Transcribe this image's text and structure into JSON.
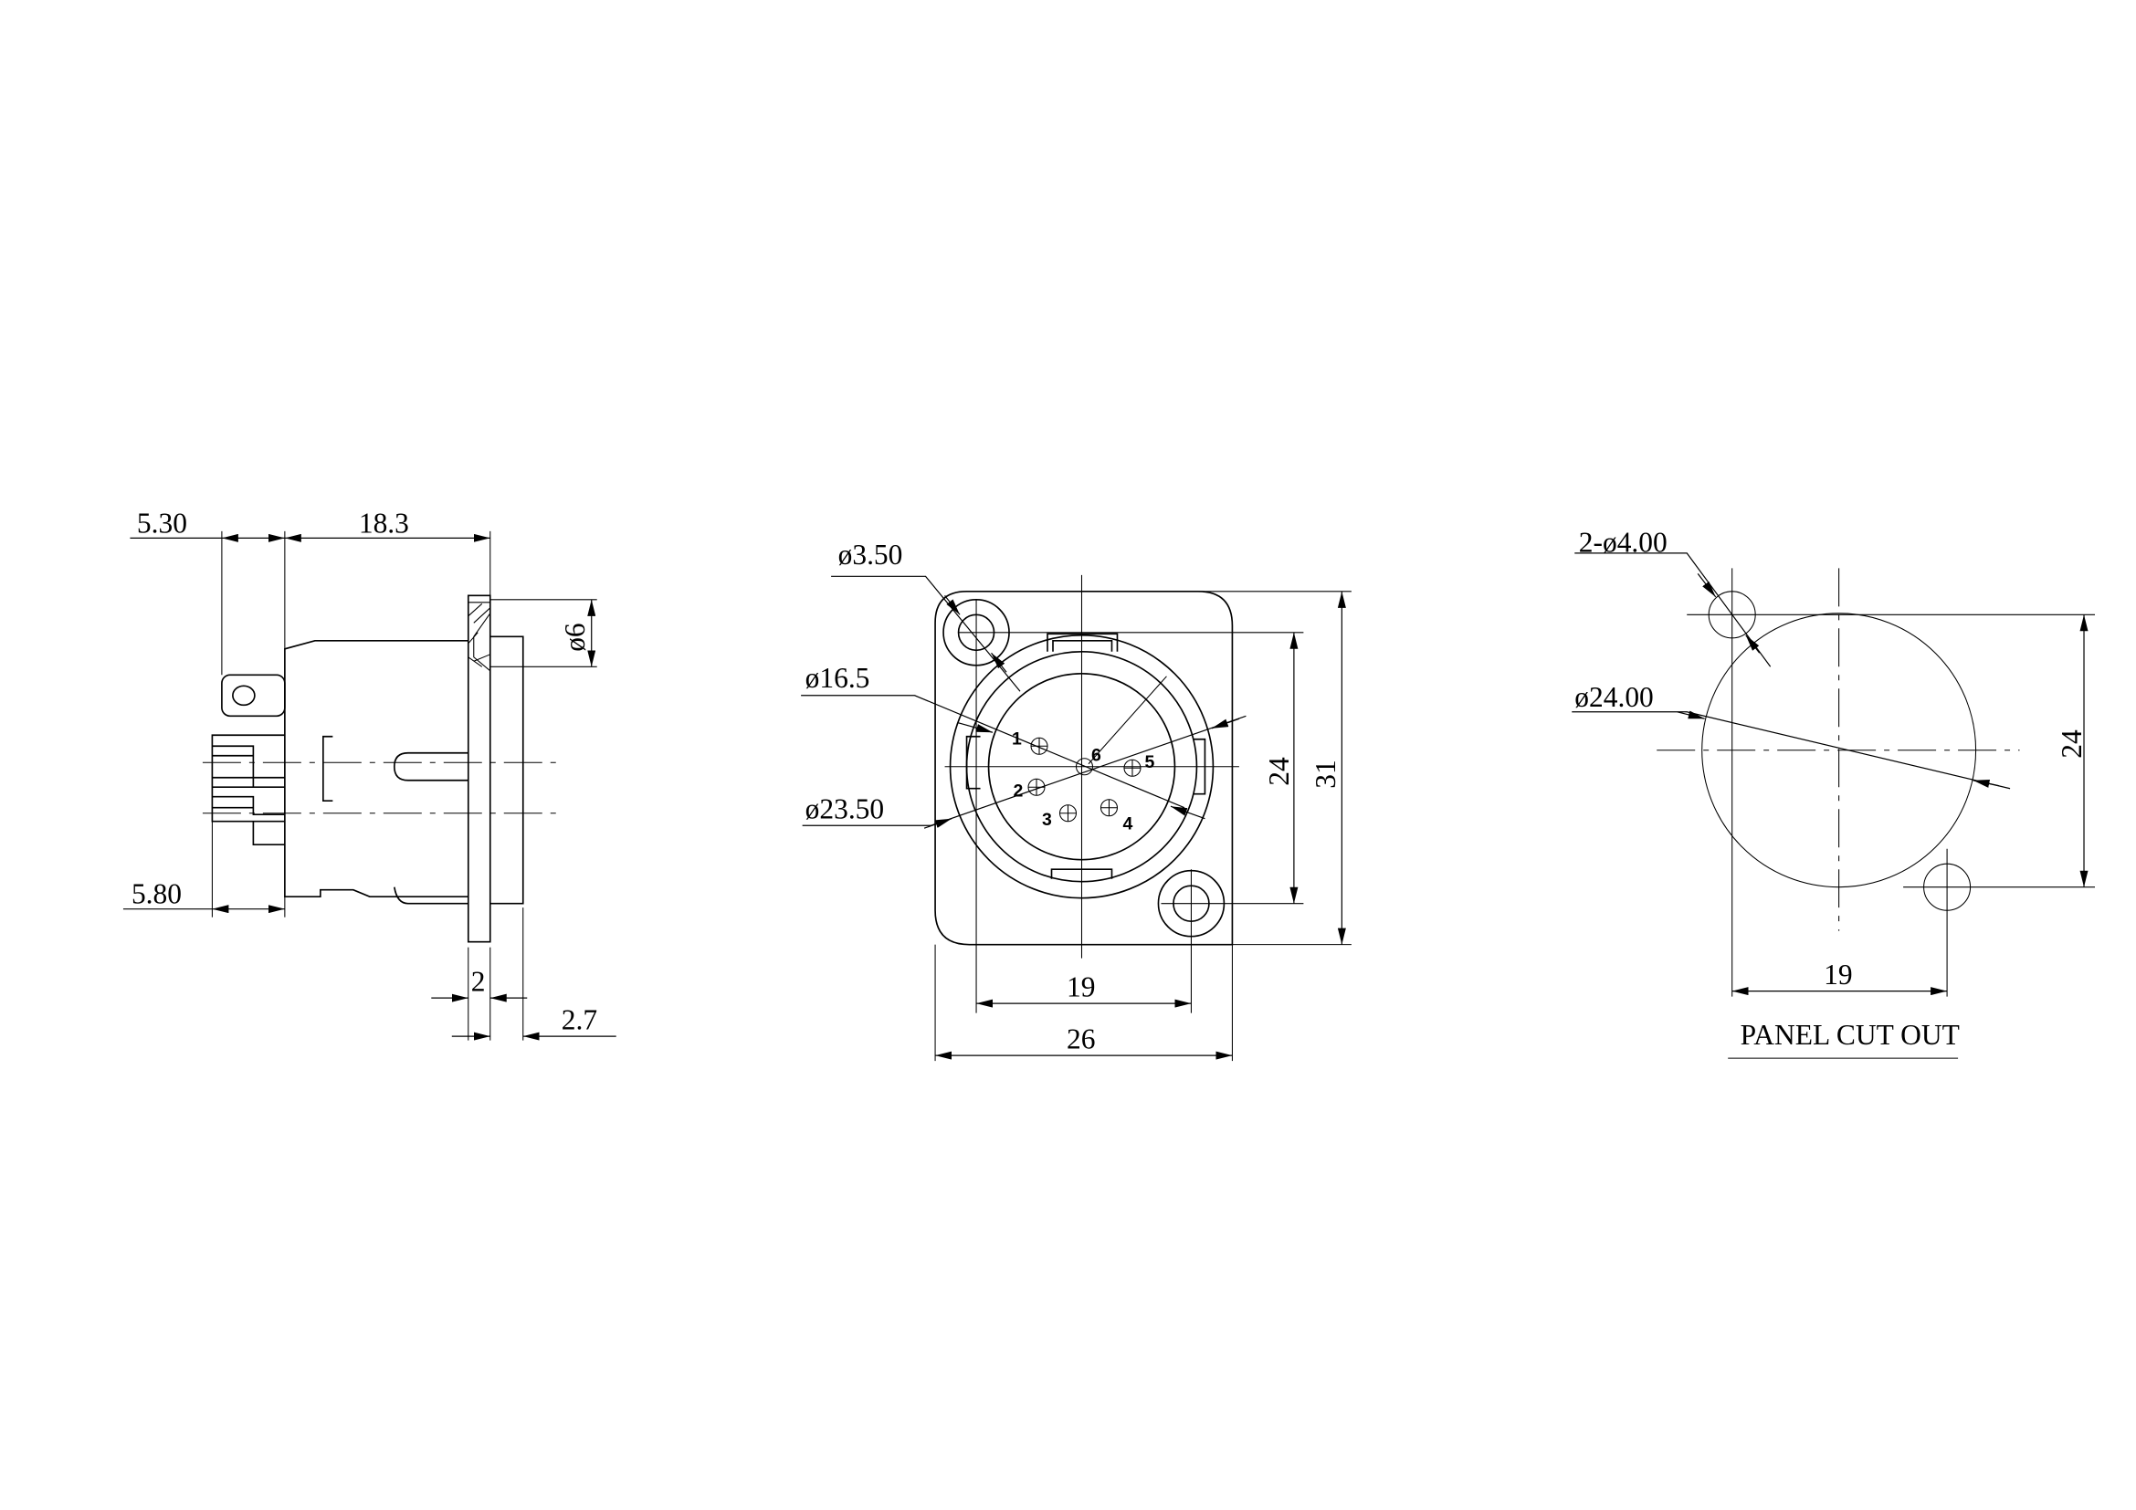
{
  "side_view": {
    "dim_tab_offset": "5.30",
    "dim_body_length": "18.3",
    "dim_hole_dia": "ø6",
    "dim_latch_offset": "5.80",
    "dim_flange_thickness": "2",
    "dim_rear_thickness": "2.7"
  },
  "front_view": {
    "dim_mount_hole": "ø3.50",
    "dim_inner_dia": "ø16.5",
    "dim_outer_dia": "ø23.50",
    "dim_hole_spacing_h": "19",
    "dim_width": "26",
    "dim_hole_spacing_v": "24",
    "dim_height": "31",
    "pins": [
      "1",
      "2",
      "3",
      "4",
      "5",
      "6"
    ]
  },
  "panel_cutout": {
    "dim_holes": "2-ø4.00",
    "dim_cutout_dia": "ø24.00",
    "dim_hole_spacing_h": "19",
    "dim_hole_spacing_v": "24",
    "title": "PANEL CUT OUT"
  }
}
